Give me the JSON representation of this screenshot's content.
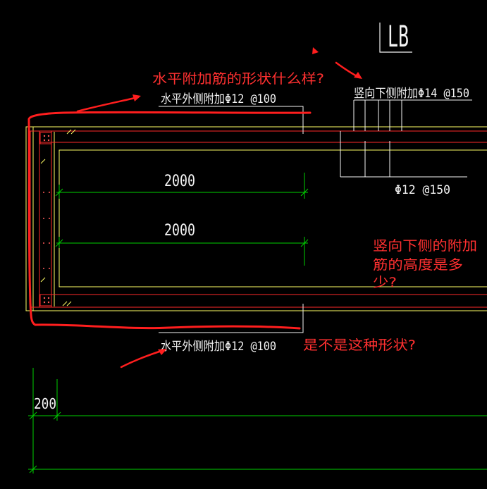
{
  "drawing": {
    "section_label": "LB",
    "label_top_horizontal": "水平外侧附加Φ12 @100",
    "label_bottom_horizontal": "水平外侧附加Φ12 @100",
    "label_vertical_bottom": "竖向下侧附加Φ14 @150",
    "label_rebar_spacing": "Φ12 @150",
    "dim_2000_upper": "2000",
    "dim_2000_lower": "2000",
    "dim_200": "200"
  },
  "annotations": {
    "q_horizontal_shape": "水平附加筋的形状什么样?",
    "q_vertical_height_line1": "竖向下侧的附加",
    "q_vertical_height_line2": "筋的高度是多",
    "q_vertical_height_line3": "少?",
    "q_is_this_shape": "是不是这种形状?"
  },
  "colors": {
    "background": "#000000",
    "rebar_red": "#ff2a2a",
    "outline_yellow": "#ffff66",
    "dim_green": "#00d000",
    "text_white": "#f4f4f4",
    "markup_red": "#ff3030"
  }
}
